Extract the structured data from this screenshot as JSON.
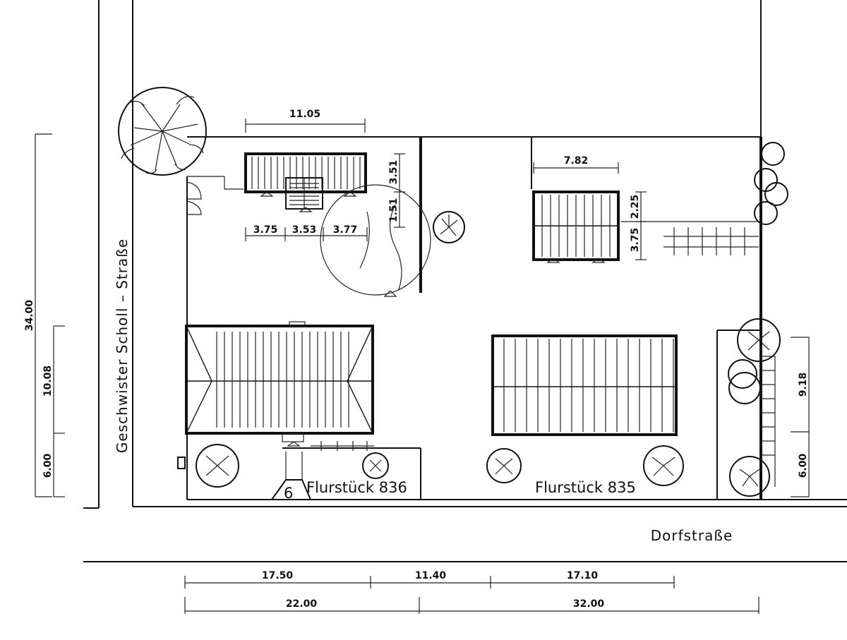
{
  "streets": {
    "left": "Geschwister Scholl  –  Straße",
    "bottom": "Dorfstraße"
  },
  "parcels": {
    "p836": "Flurstück  836",
    "p835": "Flurstück  835",
    "entrance_number": "6"
  },
  "dimensions": {
    "top_width": "11.05",
    "garage_width": "7.82",
    "segment_a": "3.75",
    "segment_b": "3.53",
    "segment_c": "3.77",
    "vert_351": "3.51",
    "vert_151": "1.51",
    "vert_225": "2.25",
    "vert_375": "3.75",
    "left_total": "34.00",
    "left_upper": "10.08",
    "left_lower": "6.00",
    "right_upper": "9.18",
    "right_lower": "6.00",
    "bottom_1": "17.50",
    "bottom_2": "11.40",
    "bottom_3": "17.10",
    "bottom_4": "22.00",
    "bottom_5": "32.00"
  }
}
